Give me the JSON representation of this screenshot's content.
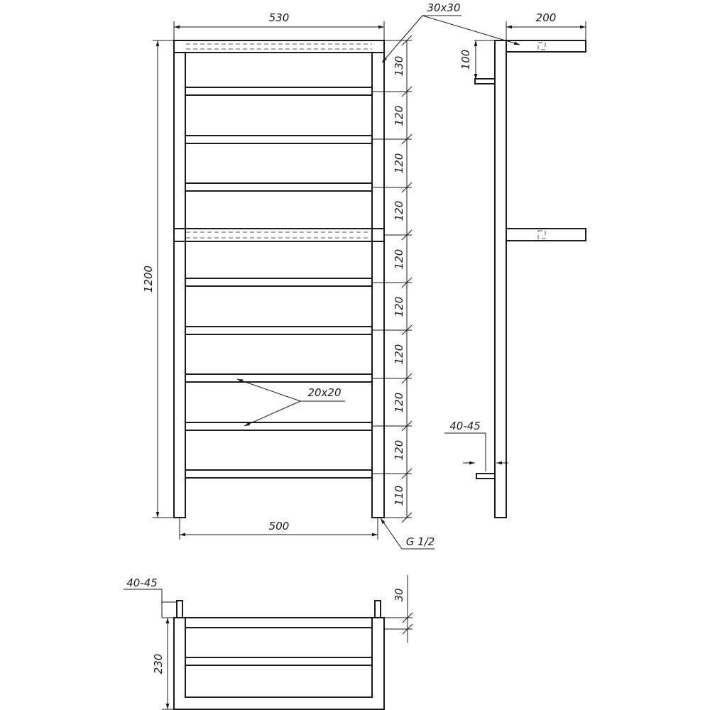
{
  "dimensions": {
    "overall_width": "530",
    "tube_profile": "30x30",
    "depth": "200",
    "bracket_offset": "100",
    "overall_height": "1200",
    "pitch": [
      "130",
      "120",
      "120",
      "120",
      "120",
      "120",
      "120",
      "120",
      "120",
      "110"
    ],
    "rung_profile": "20x20",
    "wall_gap_side": "40-45",
    "center_distance": "500",
    "thread": "G 1/2",
    "wall_gap_top": "40-45",
    "pipe_height": "30",
    "depth_top": "230"
  }
}
